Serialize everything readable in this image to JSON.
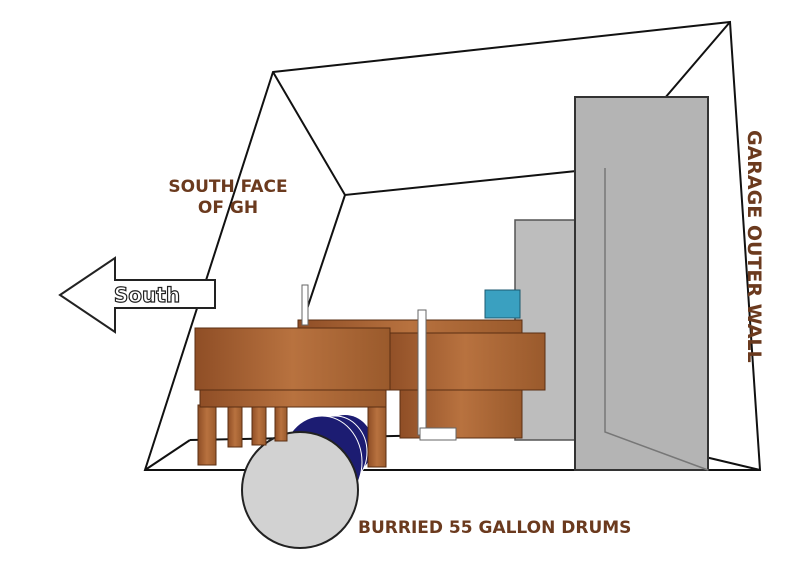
{
  "labels": {
    "south_face_line1": "SOUTH FACE",
    "south_face_line2": "OF GH",
    "south_arrow": "South",
    "garage_wall": "GARAGE OUTER WALL",
    "drums": "BURRIED 55 GALLON DRUMS"
  },
  "colors": {
    "label_text": "#6b3a1e",
    "wood": "#a85f32",
    "wall_gray": "#b4b4b4",
    "drum_blue": "#1c1c72",
    "drum_cap": "#d2d2d2",
    "water_box": "#3aa0c0"
  }
}
